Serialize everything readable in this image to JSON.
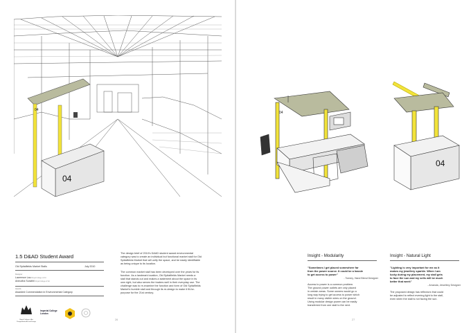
{
  "left_page": {
    "title": "1.5 D&AD Student Award",
    "project": "Old Spitalfields Market Stalls",
    "date": "July 2010",
    "team_label": "Designer",
    "team": [
      {
        "name": "Lawrence Lau",
        "note": "Royal College of Art"
      },
      {
        "name": "Anirudha Surabhi",
        "note": "Royal College of Art"
      }
    ],
    "awards_label": "Awards",
    "award": "Awarded Commendation in Environmental Category",
    "paragraphs": [
      "The design brief of 2010's D&AD student award environmental\ncategory was to create an individual but functional market stall for Old\nSpitalfields Market that will unify the space, and be easily identifiable\nas being unique to its location.",
      "The common market stall has been developed over the years for its\nfunction. As a landmark location, Old Spitalfields Market needs a\nstall that stands out and makes a statement about the space in its\nown right, but also serves the traders well in their everyday use. The\nchallenge was to re-examine the function and form of Old Spitalfields\nMarket's humble stall and through its re-design to make it fit-for-\npurpose for the 21st century."
    ],
    "logos": [
      {
        "text": "Royal College of Art\nPostgraduate Art and Design"
      },
      {
        "text": "Imperial College\nLondon"
      },
      {
        "text": ""
      },
      {
        "text": ""
      }
    ],
    "page_number": "26",
    "stall_number": "04"
  },
  "right_page": {
    "columns": [
      {
        "heading": "Insight - Modularity",
        "quote": "\"Sometimes I get placed somewhere far\nfrom the power source. It could be a hassle\nto get access to power\"",
        "attribution": "- Tommy, Hand Blend Designer",
        "body": "Access to power is a common problem.\nThe ground power outlets are only placed\nin certain areas. Some owners would go a\nlong way trying to get access to power which\nresult in many visible wires on the ground.\nUsing modular design power can be easily\ntransferred from one stall to the next."
      },
      {
        "heading": "Insight - Natural Light",
        "quote": "\"Lighting is very important for me as it\nmakes my jewellery sparkle. When I am\nlucky during my placement, my stall gets\nto face the sun and my sells will be much\nbetter that week\"",
        "attribution": "- Amanda, Jewellery Designer",
        "body": "The proposed design has reflectors that could\nbe adjusted to reflect evening light to the stall,\neven when the stall is not facing the sun."
      }
    ],
    "page_number": "27",
    "stall_number": "04"
  },
  "colors": {
    "accent_yellow": "#f2e33a",
    "ink": "#222222",
    "rule": "#666666"
  }
}
